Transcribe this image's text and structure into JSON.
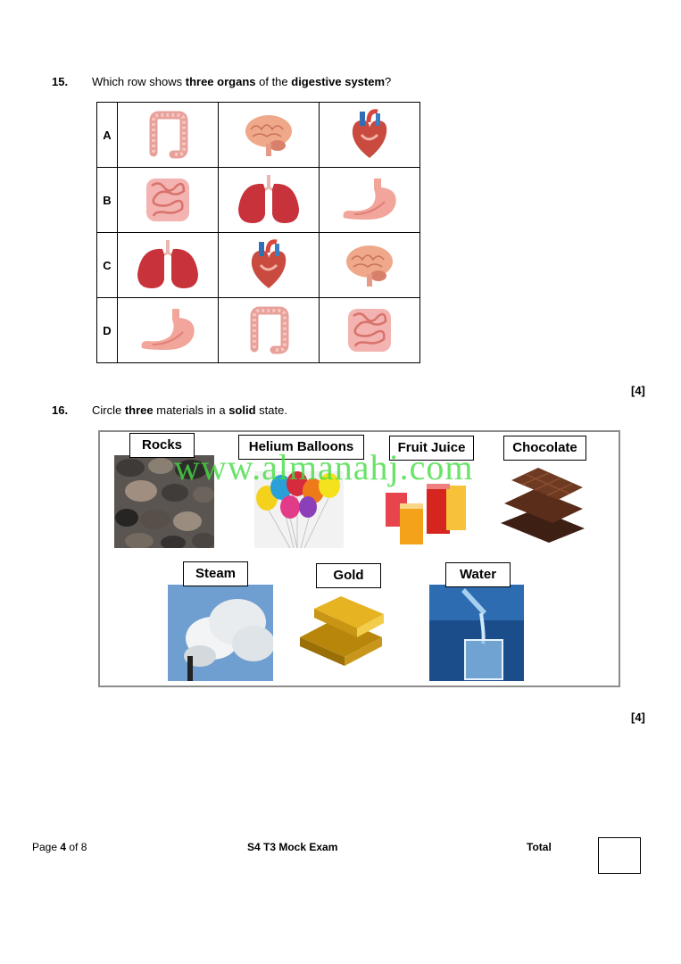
{
  "q15": {
    "number": "15.",
    "text_pre": "Which row shows ",
    "text_bold1": "three organs",
    "text_mid": " of the ",
    "text_bold2": "digestive system",
    "text_post": "?",
    "rows": [
      {
        "label": "A",
        "organs": [
          "large-intestine",
          "brain",
          "heart"
        ]
      },
      {
        "label": "B",
        "organs": [
          "small-intestine",
          "lungs",
          "stomach"
        ]
      },
      {
        "label": "C",
        "organs": [
          "lungs",
          "heart",
          "brain"
        ]
      },
      {
        "label": "D",
        "organs": [
          "stomach",
          "large-intestine",
          "small-intestine"
        ]
      }
    ],
    "marks": "[4]"
  },
  "q16": {
    "number": "16.",
    "text_pre": "Circle ",
    "text_bold1": "three",
    "text_mid": " materials in a ",
    "text_bold2": "solid",
    "text_post": " state.",
    "materials": [
      "Rocks",
      "Helium Balloons",
      "Fruit Juice",
      "Chocolate",
      "Steam",
      "Gold",
      "Water"
    ],
    "watermark": "www.almanahj.com",
    "marks": "[4]"
  },
  "footer": {
    "page_prefix": "Page ",
    "page_num": "4",
    "page_suffix": " of 8",
    "exam_title": "S4 T3 Mock Exam",
    "total_label": "Total"
  }
}
